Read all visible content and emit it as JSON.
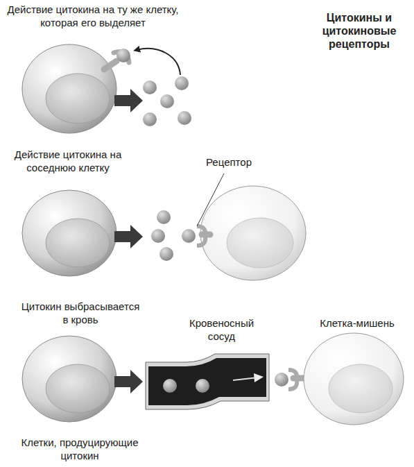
{
  "diagram": {
    "title": "Цитокины и цитокиновые рецепторы",
    "labels": [
      "Действие цитокина на ту же клетку, которая его выделяет",
      "Действие цитокина на соседнюю клетку",
      "Рецептор",
      "Цитокин выбрасывается в кровь",
      "Кровеносный сосуд",
      "Клетка-мишень",
      "Клетки, продуцирующие цитокин"
    ]
  }
}
